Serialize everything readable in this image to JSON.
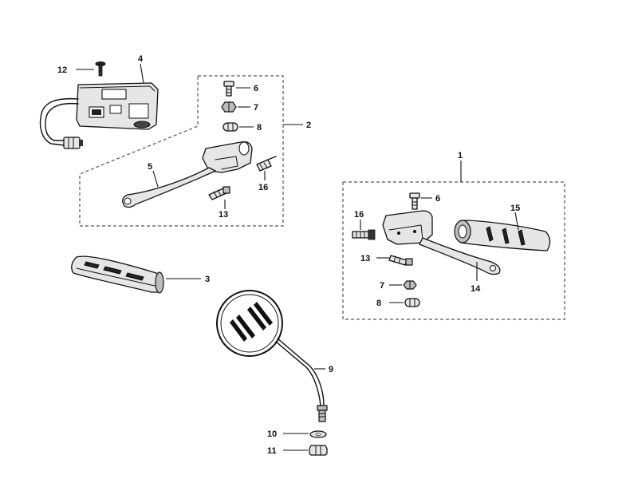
{
  "labels": {
    "p1": "1",
    "p2": "2",
    "p3": "3",
    "p4": "4",
    "p5": "5",
    "p6a": "6",
    "p6b": "6",
    "p7a": "7",
    "p7b": "7",
    "p8a": "8",
    "p8b": "8",
    "p9": "9",
    "p10": "10",
    "p11": "11",
    "p12": "12",
    "p13a": "13",
    "p13b": "13",
    "p14": "14",
    "p15": "15",
    "p16a": "16",
    "p16b": "16"
  },
  "colors": {
    "ink": "#111111",
    "frame": "#555555",
    "fill_light": "#e6e6e6",
    "fill_mid": "#bdbdbd"
  }
}
